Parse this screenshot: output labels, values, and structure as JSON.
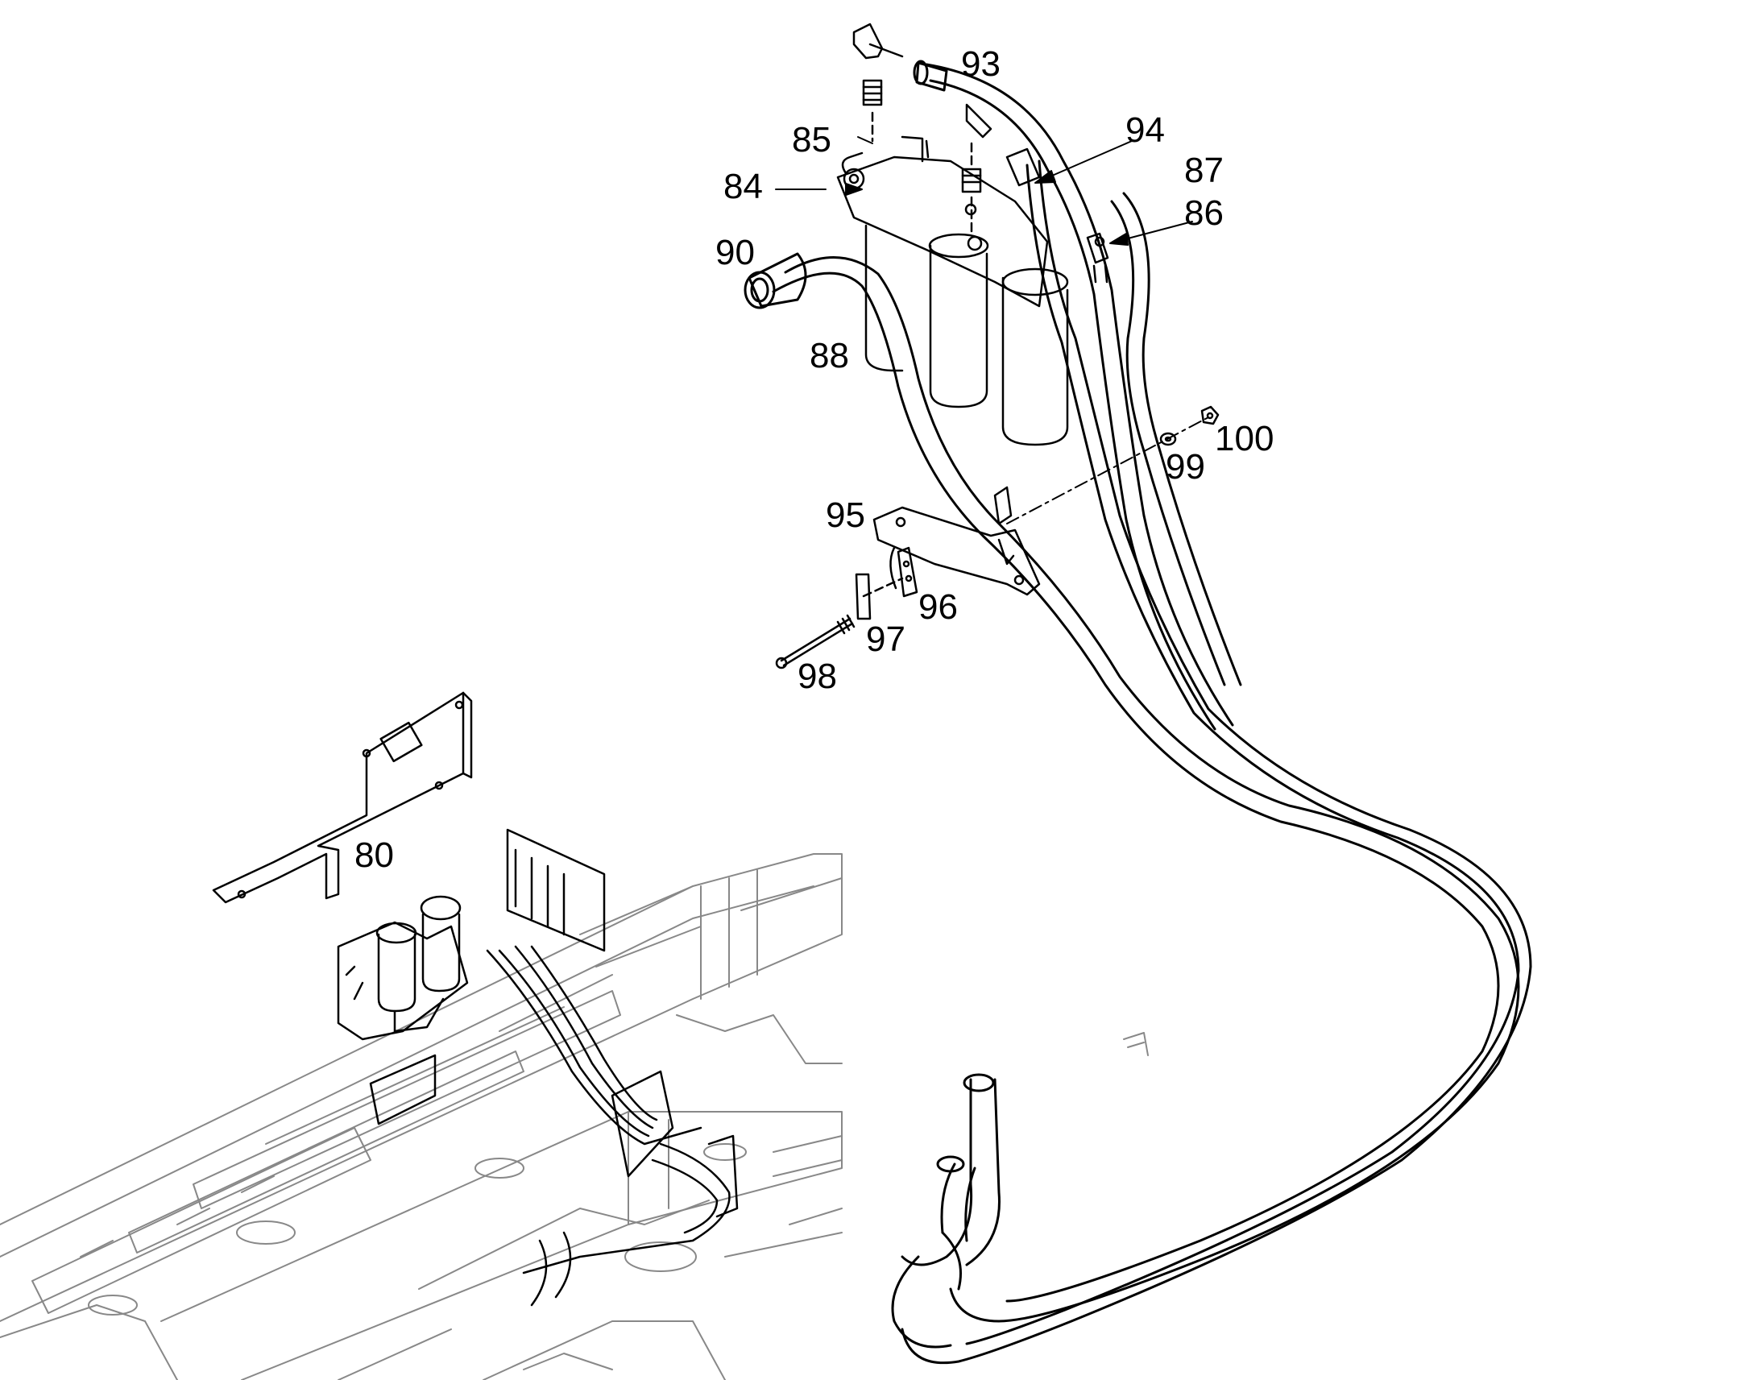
{
  "diagram": {
    "callouts": {
      "p80": "80",
      "p84": "84",
      "p85": "85",
      "p86": "86",
      "p87": "87",
      "p88": "88",
      "p90": "90",
      "p93": "93",
      "p94": "94",
      "p95": "95",
      "p96": "96",
      "p97": "97",
      "p98": "98",
      "p99": "99",
      "p100": "100"
    }
  }
}
